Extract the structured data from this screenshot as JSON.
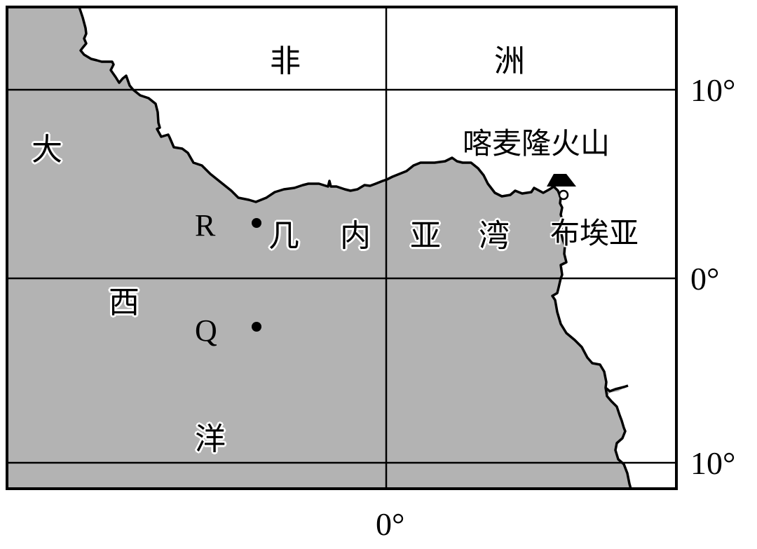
{
  "map": {
    "colors": {
      "ocean": "#b3b3b3",
      "land": "#ffffff",
      "line": "#000000"
    },
    "regions": {
      "continent_char1": "非",
      "continent_char2": "洲",
      "ocean_char1": "大",
      "ocean_char2": "西",
      "ocean_char3": "洋",
      "gulf_char1": "几",
      "gulf_char2": "内",
      "gulf_char3": "亚",
      "gulf_char4": "湾"
    },
    "places": {
      "volcano": "喀麦隆火山",
      "city": "布埃亚"
    },
    "points": {
      "r": "R",
      "q": "Q"
    },
    "latitude_labels": {
      "north10": "10°",
      "equator": "0°",
      "south10": "10°"
    },
    "longitude_labels": {
      "prime": "0°"
    },
    "icons": {
      "volcano": "volcano-triangle-icon",
      "city": "city-circle-icon",
      "point": "point-dot-icon"
    }
  }
}
